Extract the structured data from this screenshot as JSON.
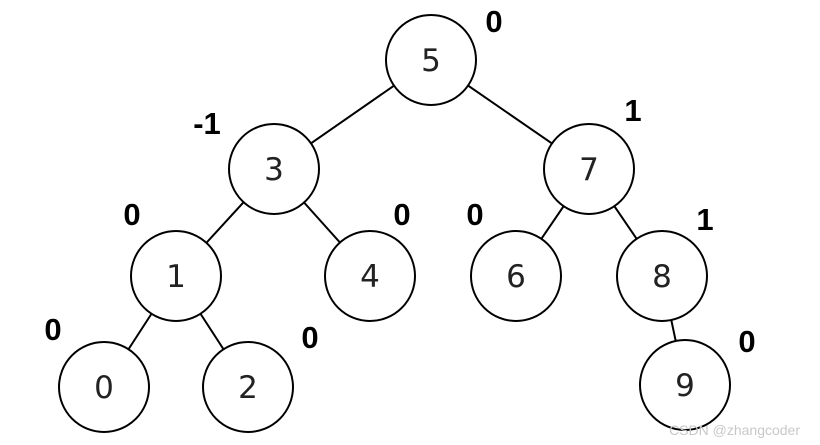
{
  "tree": {
    "nodes": [
      {
        "id": "n5",
        "key": "5",
        "balance": "0"
      },
      {
        "id": "n3",
        "key": "3",
        "balance": "-1"
      },
      {
        "id": "n7",
        "key": "7",
        "balance": "1"
      },
      {
        "id": "n1",
        "key": "1",
        "balance": "0"
      },
      {
        "id": "n4",
        "key": "4",
        "balance": "0"
      },
      {
        "id": "n6",
        "key": "6",
        "balance": "0"
      },
      {
        "id": "n8",
        "key": "8",
        "balance": "1"
      },
      {
        "id": "n0",
        "key": "0",
        "balance": "0"
      },
      {
        "id": "n2",
        "key": "2",
        "balance": "0"
      },
      {
        "id": "n9",
        "key": "9",
        "balance": "0"
      }
    ],
    "edges": [
      {
        "from": "n5",
        "to": "n3"
      },
      {
        "from": "n5",
        "to": "n7"
      },
      {
        "from": "n3",
        "to": "n1"
      },
      {
        "from": "n3",
        "to": "n4"
      },
      {
        "from": "n7",
        "to": "n6"
      },
      {
        "from": "n7",
        "to": "n8"
      },
      {
        "from": "n1",
        "to": "n0"
      },
      {
        "from": "n1",
        "to": "n2"
      },
      {
        "from": "n8",
        "to": "n9"
      }
    ]
  },
  "watermark": "CSDN @zhangcoder"
}
